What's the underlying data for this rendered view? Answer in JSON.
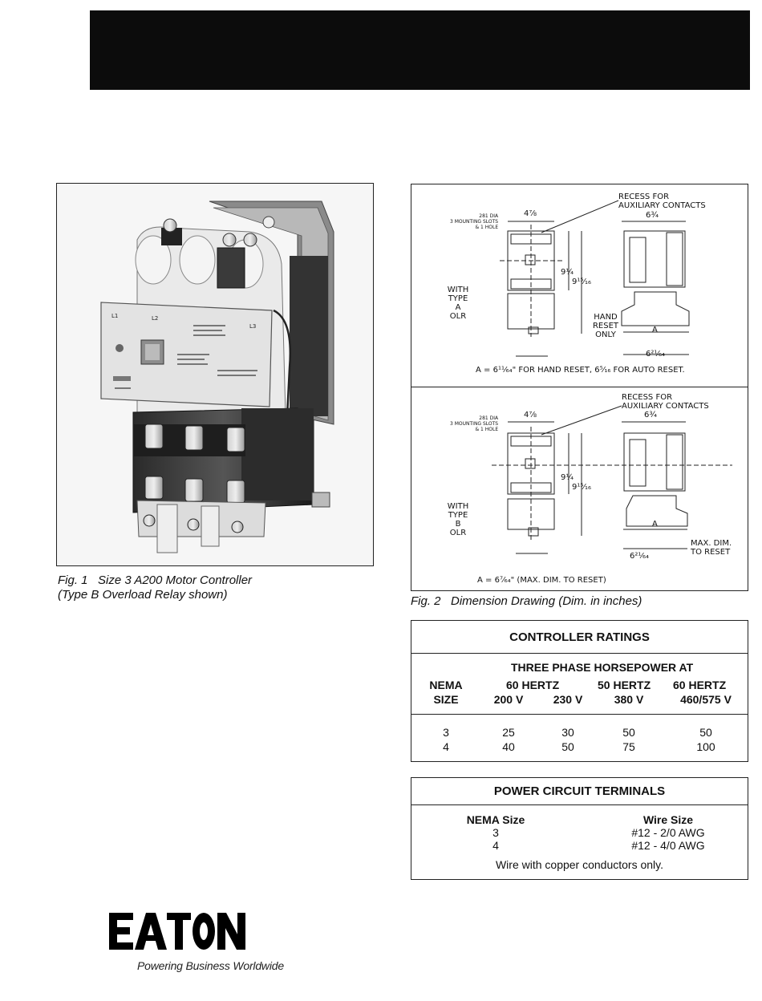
{
  "fig1": {
    "caption_line1": "Fig. 1   Size 3 A200 Motor Controller",
    "caption_line2": "(Type B Overload Relay shown)",
    "photo_labels": {
      "l1": "L1",
      "l2": "L2",
      "l3": "L3"
    }
  },
  "fig2": {
    "caption": "Fig. 2   Dimension Drawing (Dim. in inches)",
    "top": {
      "recess_line1": "RECESS FOR",
      "recess_line2": "AUXILIARY CONTACTS",
      "mount_line1": "281 DIA",
      "mount_line2": "3 MOUNTING SLOTS",
      "mount_line3": "& 1 HOLE",
      "with": "WITH",
      "type": "TYPE",
      "letter": "A",
      "olr": "OLR",
      "hand": "HAND",
      "reset": "RESET",
      "only": "ONLY",
      "dim_width": "4⅞",
      "dim_side": "6¾",
      "dim_h1": "9¼",
      "dim_h2": "9¹⁵⁄₁₆",
      "dim_a": "A",
      "dim_bottom": "6²¹⁄₆₄",
      "note": "A = 6¹¹⁄₆₄\" FOR HAND RESET, 6⁵⁄₁₆ FOR AUTO RESET."
    },
    "bottom": {
      "recess_line1": "RECESS FOR",
      "recess_line2": "AUXILIARY CONTACTS",
      "mount_line1": "281 DIA",
      "mount_line2": "3 MOUNTING SLOTS",
      "mount_line3": "& 1 HOLE",
      "with": "WITH",
      "type": "TYPE",
      "letter": "B",
      "olr": "OLR",
      "max_dim": "MAX. DIM.",
      "to_reset": "TO RESET",
      "dim_width": "4⅞",
      "dim_side": "6¾",
      "dim_h1": "9¼",
      "dim_h2": "9¹⁵⁄₁₆",
      "dim_a": "A",
      "dim_bottom": "6²¹⁄₆₄",
      "note": "A = 6⁷⁄₆₄\" (MAX. DIM. TO RESET)"
    }
  },
  "ratings": {
    "title": "CONTROLLER RATINGS",
    "super_header": "THREE PHASE HORSEPOWER AT",
    "col_nema_1": "NEMA",
    "col_nema_2": "SIZE",
    "col_60hz": "60 HERTZ",
    "col_50hz": "50 HERTZ",
    "col_60hz_b": "60 HERTZ",
    "v200": "200 V",
    "v230": "230 V",
    "v380": "380 V",
    "v460": "460/575 V",
    "rows": [
      {
        "size": "3",
        "v200": "25",
        "v230": "30",
        "v380": "50",
        "v460": "50"
      },
      {
        "size": "4",
        "v200": "40",
        "v230": "50",
        "v380": "75",
        "v460": "100"
      }
    ]
  },
  "terminals": {
    "title": "POWER CIRCUIT TERMINALS",
    "col_nema": "NEMA Size",
    "col_wire": "Wire Size",
    "rows": [
      {
        "size": "3",
        "wire": "#12 - 2/0 AWG"
      },
      {
        "size": "4",
        "wire": "#12 - 4/0 AWG"
      }
    ],
    "note": "Wire with copper conductors only."
  },
  "brand": {
    "logo_text": "EATON",
    "tagline": "Powering Business Worldwide"
  }
}
